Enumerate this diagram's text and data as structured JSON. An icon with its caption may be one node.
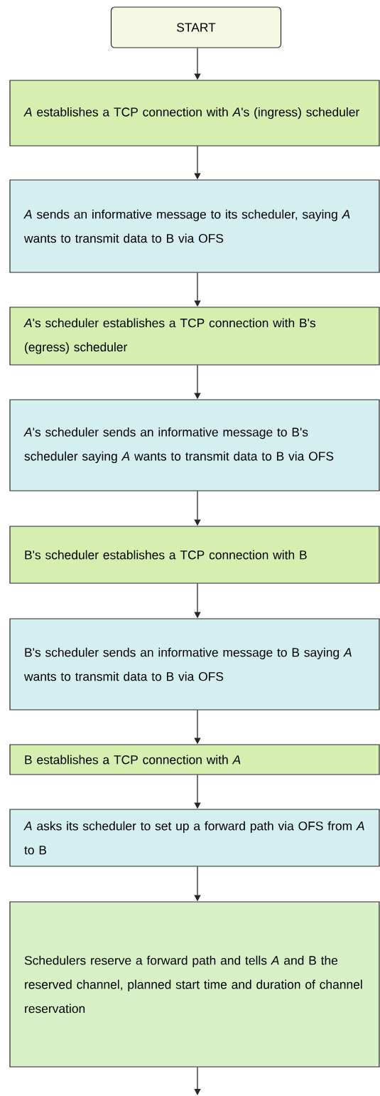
{
  "diagram": {
    "nodes": [
      {
        "text": [
          "START"
        ]
      },
      {
        "text": [
          "*A* establishes a TCP connection with *A*'s (ingress) scheduler"
        ]
      },
      {
        "text": [
          "*A* sends an informative message to its scheduler, saying *A* wants to transmit data to B via OFS"
        ]
      },
      {
        "text": [
          "*A*'s scheduler establishes a TCP connection with B's (egress) scheduler"
        ]
      },
      {
        "text": [
          "*A*'s scheduler sends an informative message to B's scheduler saying *A* wants to transmit data to B via OFS"
        ]
      },
      {
        "text": [
          "B's scheduler establishes a TCP connection with B"
        ]
      },
      {
        "text": [
          "B's scheduler sends an informative message to B saying *A* wants to transmit data to B via OFS"
        ]
      },
      {
        "text": [
          "B establishes a TCP connection with *A*"
        ]
      },
      {
        "text": [
          "*A* asks its scheduler to set up a forward path via OFS from *A* to B"
        ]
      },
      {
        "text": [
          "Schedulers reserve a forward path and tells *A* and B the reserved channel, planned start time and duration of channel reservation"
        ]
      }
    ],
    "edges": [
      {
        "from": 0,
        "to": 1,
        "arrow": "to"
      },
      {
        "from": 1,
        "to": 2,
        "arrow": "to"
      },
      {
        "from": 2,
        "to": 3,
        "arrow": "to"
      },
      {
        "from": 3,
        "to": 4,
        "arrow": "to"
      },
      {
        "from": 4,
        "to": 5,
        "arrow": "to"
      },
      {
        "from": 5,
        "to": 6,
        "arrow": "to"
      },
      {
        "from": 6,
        "to": 7,
        "arrow": "to"
      },
      {
        "from": 7,
        "to": 8,
        "arrow": "to"
      },
      {
        "from": 8,
        "to": 9,
        "arrow": "to"
      },
      {
        "from": 9,
        "to": null,
        "arrow": "to"
      }
    ]
  }
}
